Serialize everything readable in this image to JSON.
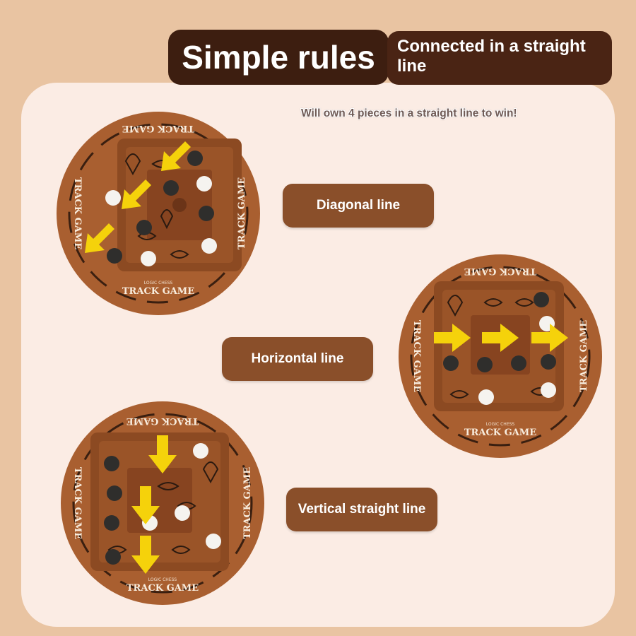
{
  "header": {
    "title": "Simple rules",
    "subtitle": "Connected in a straight line",
    "win_rule": "Will own 4 pieces in a straight line to win!"
  },
  "sections": [
    {
      "label": "Diagonal line"
    },
    {
      "label": "Horizontal line"
    },
    {
      "label": "Vertical straight line"
    }
  ],
  "board": {
    "name": "TRACK GAME",
    "tagline": "LOGIC CHESS"
  },
  "colors": {
    "background": "#e9c4a2",
    "panel": "#fbece4",
    "banner_dark": "#3d1e10",
    "pill": "#8a4f2a",
    "board": "#a95f30",
    "arrow": "#f5d20b",
    "piece_black": "#2f2e2c",
    "piece_white": "#f5f3ef"
  }
}
